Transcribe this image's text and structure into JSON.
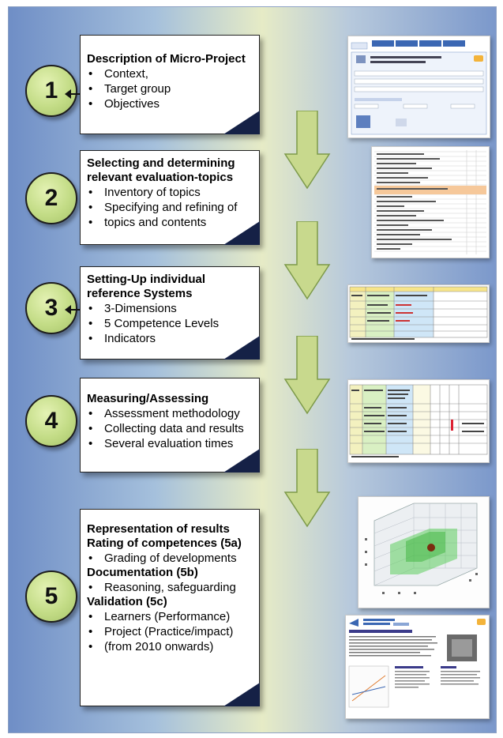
{
  "steps": [
    {
      "number": "1",
      "heading": [
        "Description of Micro-Project"
      ],
      "items": [
        "Context,",
        "Target group",
        "Objectives"
      ]
    },
    {
      "number": "2",
      "heading": [
        "Selecting and determining",
        "relevant evaluation-topics"
      ],
      "items": [
        "Inventory of topics",
        "Specifying and refining of",
        "topics and contents"
      ]
    },
    {
      "number": "3",
      "heading": [
        "Setting-Up individual",
        "reference Systems"
      ],
      "items": [
        "3-Dimensions",
        "5 Competence Levels",
        "Indicators"
      ]
    },
    {
      "number": "4",
      "heading": [
        "Measuring/Assessing"
      ],
      "items": [
        "Assessment methodology",
        "Collecting data and results",
        "Several evaluation times"
      ]
    },
    {
      "number": "5",
      "heading": [
        "Representation of results",
        "Rating of competences (5a)"
      ],
      "item_a": "Grading of developments",
      "subheading_b": "Documentation (5b)",
      "item_b": "Reasoning, safeguarding",
      "subheading_c": "Validation (5c)",
      "items_c": [
        "Learners (Performance)",
        "Project (Practice/impact)",
        "(from 2010 onwards)"
      ]
    }
  ],
  "colors": {
    "circle_fill": "#c3dc86",
    "arrow_fill": "#c8d98d",
    "box_corner": "#152146",
    "background_left": "#6f8ec6",
    "background_center": "#e6ebc6"
  }
}
